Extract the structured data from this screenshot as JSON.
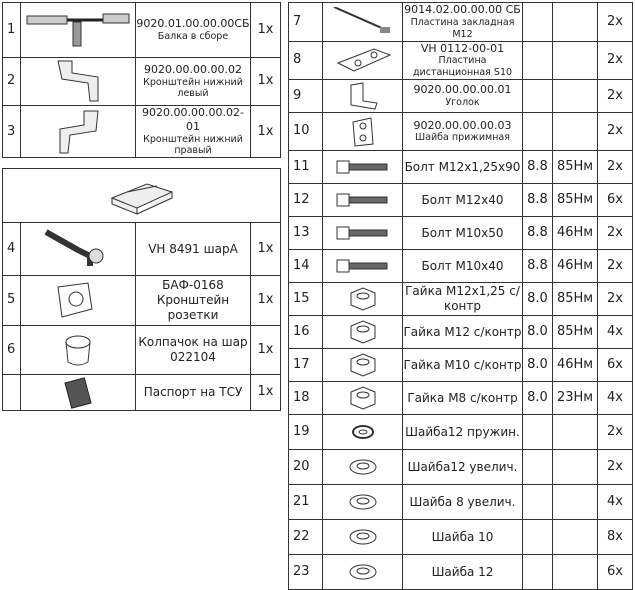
{
  "left_top": [
    {
      "num": "1",
      "code": "9020.01.00.00.00СБ",
      "name": "Балка в сборе",
      "qty": "1x",
      "icon": "beam-icon"
    },
    {
      "num": "2",
      "code": "9020.00.00.00.02",
      "name": "Кронштейн нижний левый",
      "qty": "1x",
      "icon": "bracket-left-icon"
    },
    {
      "num": "3",
      "code": "9020.00.00.00.02-01",
      "name": "Кронштейн нижний правый",
      "qty": "1x",
      "icon": "bracket-right-icon"
    }
  ],
  "left_bottom": [
    {
      "num": "4",
      "text": "VH 8491 шарА",
      "qty": "1x",
      "icon": "towball-icon"
    },
    {
      "num": "5",
      "text": "БАФ-0168 Кронштейн розетки",
      "qty": "1x",
      "icon": "socket-bracket-icon"
    },
    {
      "num": "6",
      "text": "Колпачок на шар 022104",
      "qty": "1x",
      "icon": "ball-cap-icon"
    },
    {
      "num": "",
      "text": "Паспорт на ТСУ",
      "qty": "1x",
      "icon": "passport-icon"
    }
  ],
  "right_top": [
    {
      "num": "7",
      "code": "9014.02.00.00.00 СБ",
      "name": "Пластина закладная М12",
      "qty": "2x",
      "icon": "embedded-plate-icon"
    },
    {
      "num": "8",
      "code": "VH 0112-00-01",
      "name": "Пластина дистанционная S10",
      "qty": "2x",
      "icon": "spacer-plate-icon"
    },
    {
      "num": "9",
      "code": "9020.00.00.00.01",
      "name": "Уголок",
      "qty": "2x",
      "icon": "angle-icon"
    },
    {
      "num": "10",
      "code": "9020.00.00.00.03",
      "name": "Шайба прижимная",
      "qty": "2x",
      "icon": "pressure-washer-icon"
    }
  ],
  "right_rows": [
    {
      "num": "11",
      "text": "Болт М12х1,25х90",
      "grade": "8.8",
      "torque": "85Нм",
      "qty": "2x",
      "icon": "bolt-icon"
    },
    {
      "num": "12",
      "text": "Болт М12х40",
      "grade": "8.8",
      "torque": "85Нм",
      "qty": "6x",
      "icon": "bolt-icon"
    },
    {
      "num": "13",
      "text": "Болт М10х50",
      "grade": "8.8",
      "torque": "46Нм",
      "qty": "2x",
      "icon": "bolt-icon"
    },
    {
      "num": "14",
      "text": "Болт М10х40",
      "grade": "8.8",
      "torque": "46Нм",
      "qty": "2x",
      "icon": "bolt-icon"
    },
    {
      "num": "15",
      "text": "Гайка М12х1,25 с/контр",
      "grade": "8.0",
      "torque": "85Нм",
      "qty": "2x",
      "icon": "nut-icon"
    },
    {
      "num": "16",
      "text": "Гайка М12 с/контр",
      "grade": "8.0",
      "torque": "85Нм",
      "qty": "4x",
      "icon": "nut-icon"
    },
    {
      "num": "17",
      "text": "Гайка М10 с/контр",
      "grade": "8.0",
      "torque": "46Нм",
      "qty": "6x",
      "icon": "nut-icon"
    },
    {
      "num": "18",
      "text": "Гайка М8 с/контр",
      "grade": "8.0",
      "torque": "23Нм",
      "qty": "4x",
      "icon": "nut-icon"
    },
    {
      "num": "19",
      "text": "Шайба12 пружин.",
      "grade": "",
      "torque": "",
      "qty": "2x",
      "icon": "spring-washer-icon"
    },
    {
      "num": "20",
      "text": "Шайба12 увелич.",
      "grade": "",
      "torque": "",
      "qty": "2x",
      "icon": "washer-icon"
    },
    {
      "num": "21",
      "text": "Шайба 8 увелич.",
      "grade": "",
      "torque": "",
      "qty": "4x",
      "icon": "washer-icon"
    },
    {
      "num": "22",
      "text": "Шайба 10",
      "grade": "",
      "torque": "",
      "qty": "8x",
      "icon": "washer-icon"
    },
    {
      "num": "23",
      "text": "Шайба 12",
      "grade": "",
      "torque": "",
      "qty": "6x",
      "icon": "washer-icon"
    }
  ]
}
